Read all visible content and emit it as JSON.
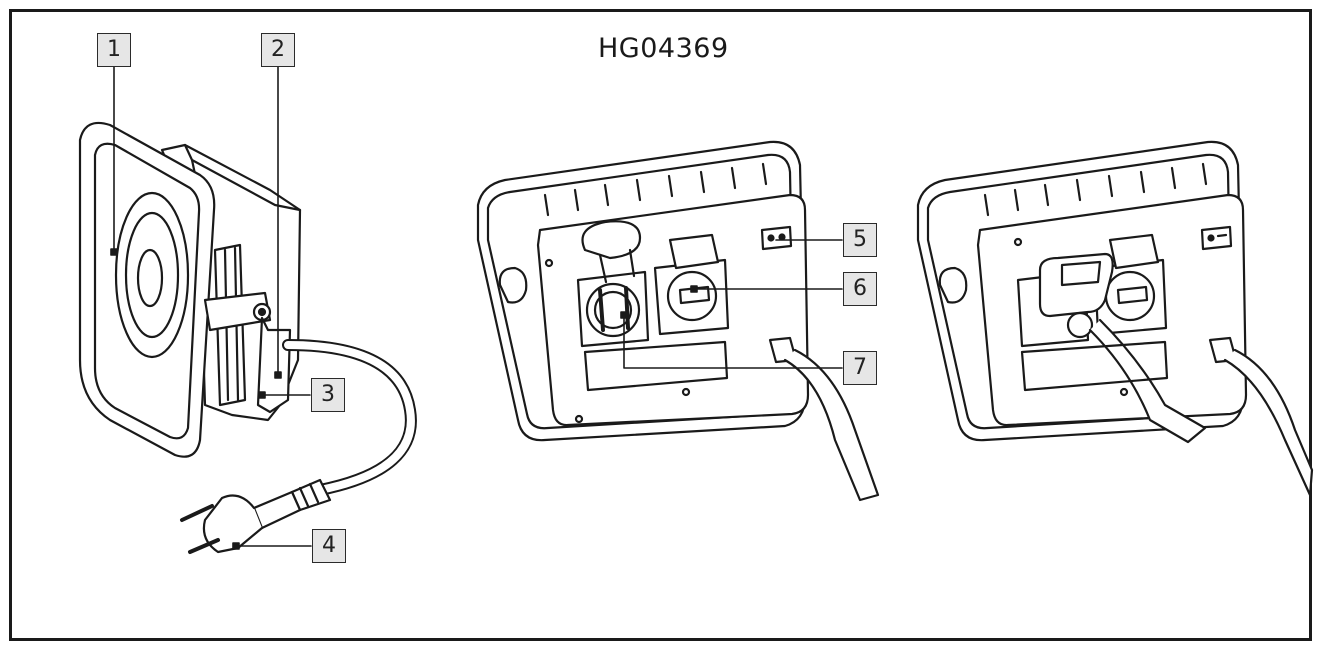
{
  "model_code": "HG04369",
  "callouts": [
    {
      "label": "1"
    },
    {
      "label": "2"
    },
    {
      "label": "3"
    },
    {
      "label": "4"
    },
    {
      "label": "5"
    },
    {
      "label": "6"
    },
    {
      "label": "7"
    }
  ],
  "colors": {
    "line": "#1a1a1a",
    "callout_fill": "#e6e6e6"
  }
}
